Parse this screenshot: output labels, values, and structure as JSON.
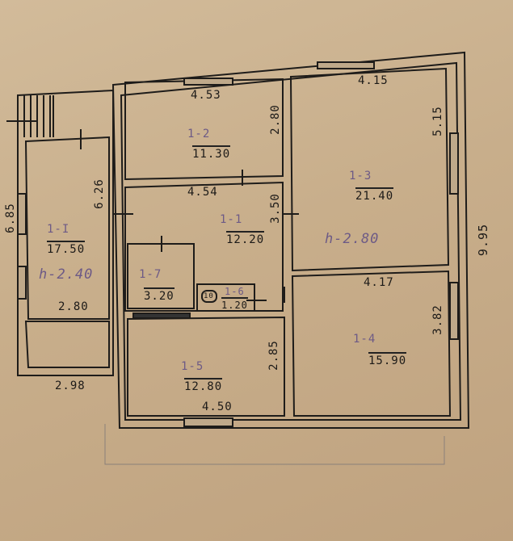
{
  "rooms": [
    {
      "id": "1-I",
      "area": "17.50",
      "height": "h-2.40",
      "width": "2.80",
      "length": "6.26"
    },
    {
      "id": "1-2",
      "area": "11.30",
      "width": "4.53",
      "length": "2.80"
    },
    {
      "id": "1-1",
      "area": "12.20",
      "width": "4.54",
      "length": "3.50"
    },
    {
      "id": "1-7",
      "area": "3.20"
    },
    {
      "id": "1-6",
      "area": "1.20"
    },
    {
      "id": "1-5",
      "area": "12.80",
      "width": "4.50",
      "length": "2.85"
    },
    {
      "id": "1-3",
      "area": "21.40",
      "height": "h-2.80",
      "width": "4.15",
      "length": "5.15"
    },
    {
      "id": "1-4",
      "area": "15.90",
      "width": "4.17",
      "length": "3.82"
    }
  ],
  "outer": {
    "left_height": "6.85",
    "annex_width": "2.98",
    "right_height": "9.95"
  },
  "toilet_symbol": "10"
}
